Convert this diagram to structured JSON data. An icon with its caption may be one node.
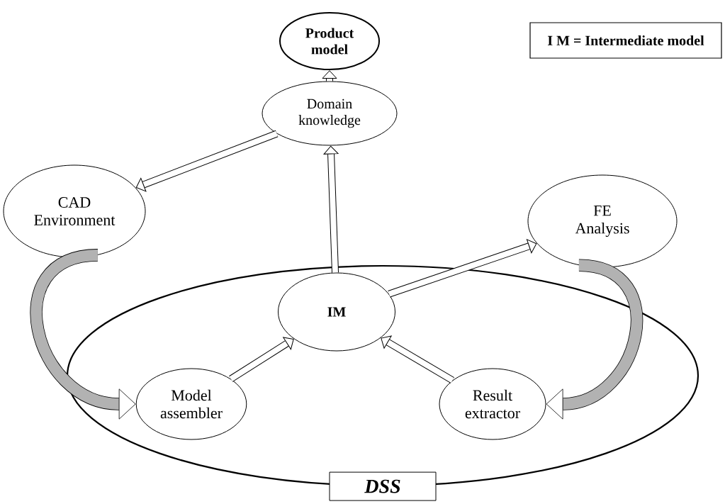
{
  "diagram": {
    "nodes": [
      {
        "text": [
          "Product model"
        ]
      },
      {
        "text": [
          "Domain knowledge"
        ]
      },
      {
        "text": [
          "CAD Environment"
        ]
      },
      {
        "text": [
          "FE Analysis"
        ]
      },
      {
        "text": [
          "DSS"
        ]
      },
      {
        "text": [
          "IM"
        ],
        "in": 4
      },
      {
        "text": [
          "Model assembler"
        ],
        "in": 4
      },
      {
        "text": [
          "Result extractor"
        ],
        "in": 4
      },
      {
        "text": [
          "I M = Intermediate model"
        ]
      }
    ],
    "edges": [
      {
        "from": 1,
        "to": 0,
        "arrow": "to"
      },
      {
        "from": 1,
        "to": 2,
        "arrow": "to"
      },
      {
        "from": 5,
        "to": 1,
        "arrow": "to"
      },
      {
        "from": 5,
        "to": 3,
        "arrow": "to"
      },
      {
        "from": 6,
        "to": 5,
        "arrow": "to"
      },
      {
        "from": 7,
        "to": 5,
        "arrow": "to"
      },
      {
        "from": 2,
        "to": 6,
        "arrow": "to"
      },
      {
        "from": 3,
        "to": 7,
        "arrow": "to"
      }
    ]
  }
}
